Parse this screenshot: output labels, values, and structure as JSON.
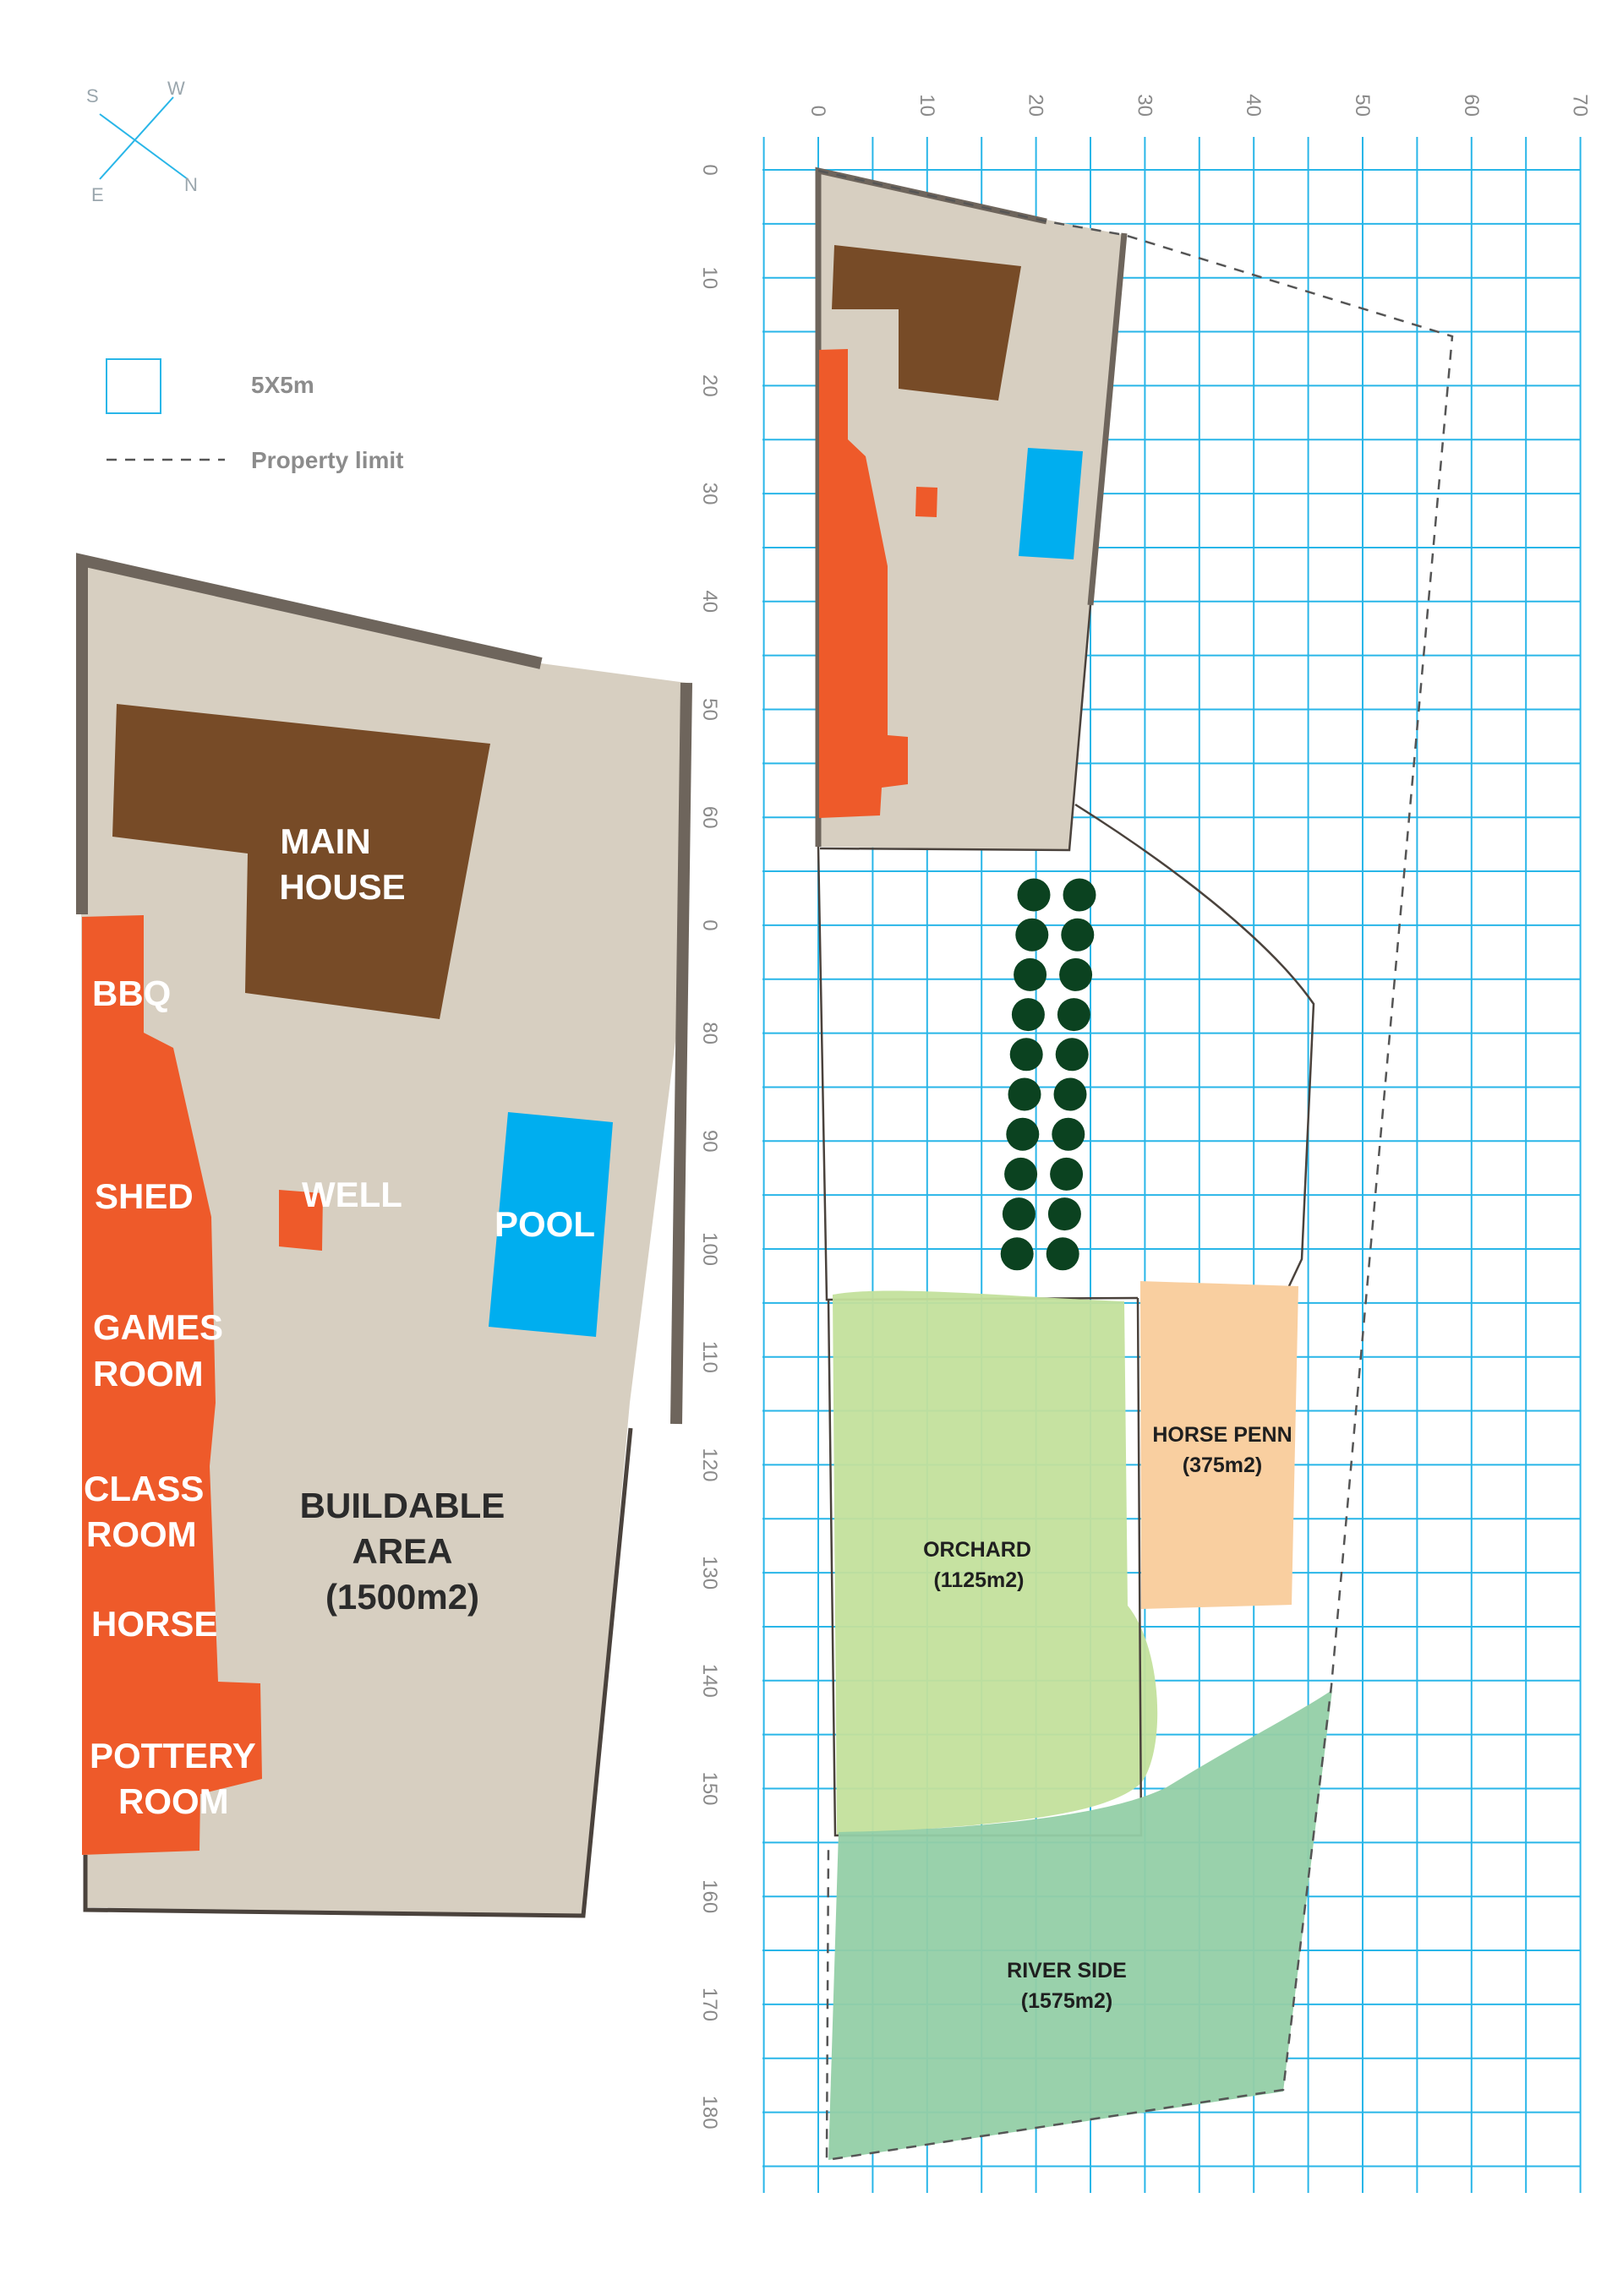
{
  "compass": {
    "S": "S",
    "W": "W",
    "E": "E",
    "N": "N"
  },
  "legend": {
    "grid_label": "5X5m",
    "limit_label": "Property limit"
  },
  "detail_plan": {
    "main_house_1": "MAIN",
    "main_house_2": "HOUSE",
    "bbq": "BBQ",
    "shed": "SHED",
    "games_1": "GAMES",
    "games_2": "ROOM",
    "class_1": "CLASS",
    "class_2": "ROOM",
    "horse": "HORSE",
    "pottery_1": "POTTERY",
    "pottery_2": "ROOM",
    "well": "WELL",
    "pool": "POOL",
    "buildable_1": "BUILDABLE",
    "buildable_2": "AREA",
    "buildable_3": "(1500m2)"
  },
  "site_plan": {
    "x_labels": [
      "0",
      "10",
      "20",
      "30",
      "40",
      "50",
      "60",
      "70"
    ],
    "y_labels": [
      "0",
      "10",
      "20",
      "30",
      "40",
      "50",
      "60",
      "0",
      "80",
      "90",
      "100",
      "110",
      "120",
      "130",
      "140",
      "150",
      "160",
      "170",
      "180"
    ],
    "horse_penn_1": "HORSE PENN",
    "horse_penn_2": "(375m2)",
    "orchard_1": "ORCHARD",
    "orchard_2": "(1125m2)",
    "river_1": "RIVER SIDE",
    "river_2": "(1575m2)"
  },
  "colors": {
    "grid": "#29b6e8",
    "buildable": "#d7cfc1",
    "wall": "#6e655c",
    "house": "#774b27",
    "outbuildings": "#ee5a2a",
    "pool": "#00aeef",
    "trees": "#0b4220",
    "orchard": "#c3e09c",
    "horse_penn": "#f9cfa0",
    "river_side": "#93cfa6"
  }
}
